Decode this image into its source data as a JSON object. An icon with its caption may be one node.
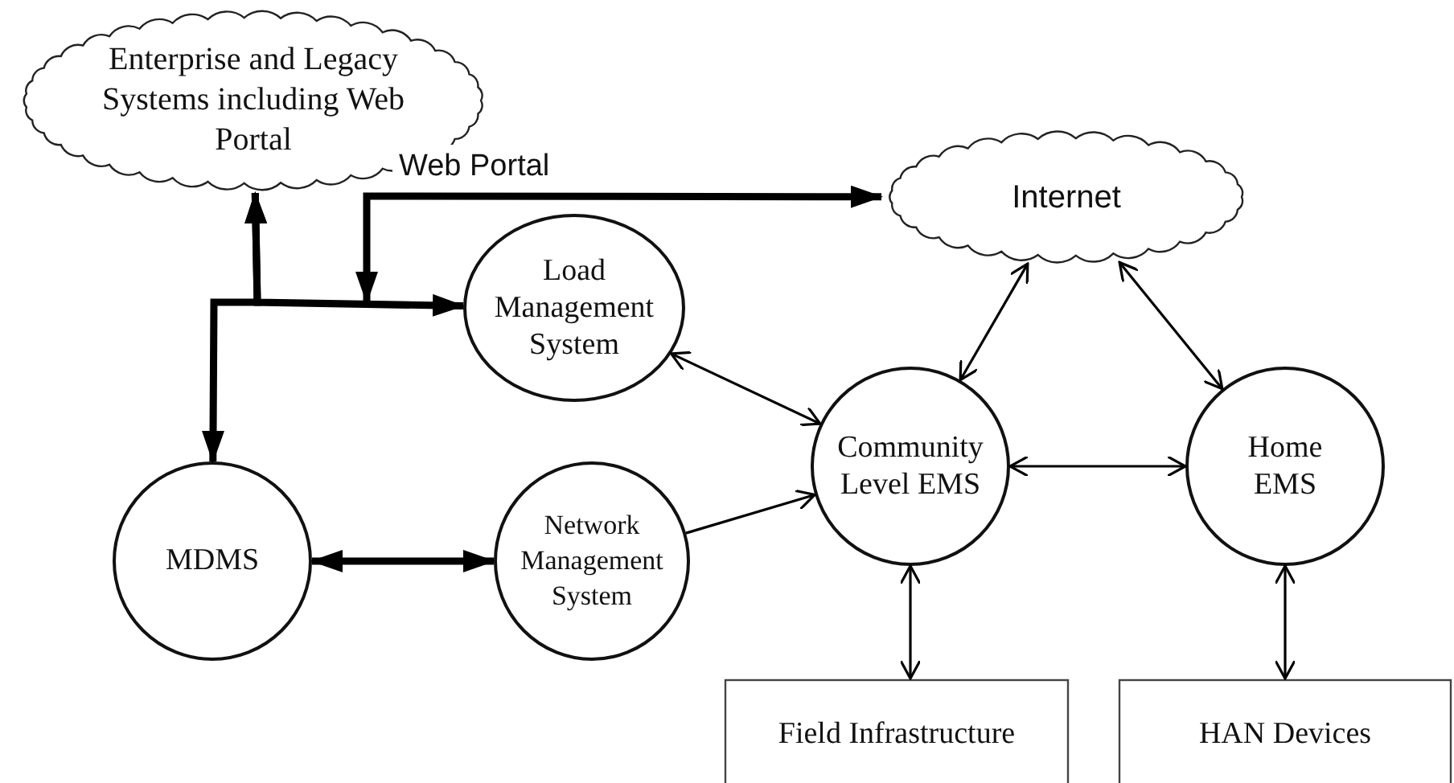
{
  "diagram": {
    "nodes": [
      {
        "text": [
          "Enterprise and Legacy Systems including Web Portal"
        ]
      },
      {
        "text": [
          "Internet"
        ]
      },
      {
        "text": [
          "Load Management System"
        ]
      },
      {
        "text": [
          "Community Level EMS"
        ]
      },
      {
        "text": [
          "Home EMS"
        ]
      },
      {
        "text": [
          "MDMS"
        ]
      },
      {
        "text": [
          "Network Management System"
        ]
      },
      {
        "text": [
          "Field Infrastructure"
        ]
      },
      {
        "text": [
          "HAN Devices"
        ]
      }
    ],
    "edges": [
      {
        "from": 0,
        "to": 2,
        "arrow": "both",
        "style": "thick"
      },
      {
        "from": 0,
        "to": 5,
        "arrow": "both",
        "style": "thick"
      },
      {
        "from": null,
        "to": 1,
        "arrow": "both",
        "style": "thick",
        "label": "Web Portal"
      },
      {
        "from": 2,
        "to": 3,
        "arrow": "both"
      },
      {
        "from": 1,
        "to": 3,
        "arrow": "both"
      },
      {
        "from": 1,
        "to": 4,
        "arrow": "both"
      },
      {
        "from": 3,
        "to": 4,
        "arrow": "both"
      },
      {
        "from": 5,
        "to": 6,
        "arrow": "both",
        "style": "thick"
      },
      {
        "from": 6,
        "to": 3,
        "arrow": "to"
      },
      {
        "from": 3,
        "to": 7,
        "arrow": "both"
      },
      {
        "from": 4,
        "to": 8,
        "arrow": "both"
      }
    ]
  }
}
